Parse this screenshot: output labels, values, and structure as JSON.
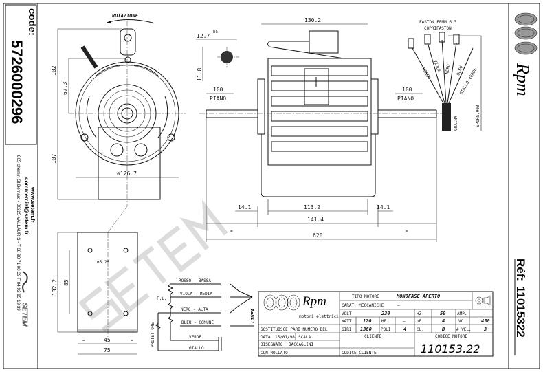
{
  "sidebar_left": {
    "code_label": "code:",
    "code_value": "5726000296",
    "website": "www.setem.fr",
    "email": "commercial@setem.fr",
    "address": "865 chemin St Bernard - 06225 VALLAURIS - T 08 90 71 00 39  F 04 92 95 19 39",
    "logo_text": "SETEM"
  },
  "sidebar_right": {
    "logo_text": "Rpm",
    "ref_label": "Réf:",
    "ref_value": "11015322"
  },
  "watermark": "SETEM",
  "front_view": {
    "rotation_label": "ROTAZIONE",
    "dim_102": "102",
    "dim_67_3": "67.3",
    "dim_107": "107",
    "dim_diameter": "ø126.7"
  },
  "shaft_detail": {
    "dim_diameter": "12.7",
    "tolerance": "h5",
    "dim_flat": "11.8"
  },
  "side_view": {
    "dim_width": "130.2",
    "flat_left_len": "100",
    "flat_left_label": "PIANO",
    "flat_right_len": "100",
    "flat_right_label": "PIANO",
    "dim_14_1_left": "14.1",
    "dim_113_2": "113.2",
    "dim_14_1_right": "14.1",
    "dim_141_4": "141.4",
    "dim_620": "620",
    "equal_mark": "="
  },
  "cable": {
    "faston_line1": "FASTON FEMM.6.3",
    "faston_line2": "COPRIFASTON",
    "wires": [
      "ROSSO",
      "VIOLA",
      "NERO",
      "BLEU",
      "GIALLO-VERDE"
    ],
    "sheath_label": "GUAINA",
    "length_label": "SPORG.900"
  },
  "bracket": {
    "hole_diameter": "ø5.25",
    "dim_132_2": "132.2",
    "dim_85": "85",
    "dim_45": "45",
    "dim_75": "75",
    "equal_mark": "="
  },
  "wiring": {
    "lines": [
      "ROSSO - BASSA",
      "VIOLA - MEDIA",
      "NERO - ALTA",
      "BLEU - COMUNE"
    ],
    "fl_label": "F.L.",
    "protector_label": "PROTETTORE",
    "verde_label": "VERDE",
    "giallo_label": "GIALLO",
    "linea_label": "LINEA"
  },
  "title_block": {
    "logo_text": "Rpm",
    "logo_sub": "motori elettrici",
    "tipo_motore_label": "TIPO MOTORE",
    "tipo_motore_value": "MONOFASE APERTO",
    "carat_label": "CARAT. MECCANICHE",
    "carat_value": "—",
    "volt_label": "VOLT",
    "volt_value": "230",
    "hz_label": "HZ",
    "hz_value": "50",
    "amp_label": "AMP.",
    "amp_value": "—",
    "watt_label": "WATT",
    "watt_value": "120",
    "hp_label": "HP",
    "hp_value": "—",
    "uf_label": "µF",
    "uf_value": "4",
    "vc_label": "VC",
    "vc_value": "450",
    "giri_label": "GIRI",
    "giri_value": "1360",
    "poli_label": "POLI",
    "poli_value": "4",
    "cl_label": "CL.",
    "cl_value": "B",
    "vel_label": "# VEL.",
    "vel_value": "3",
    "sostituisce_label": "SOSTITUISCE PARI NUMERO DEL",
    "data_label": "DATA",
    "data_value": "15/01/98",
    "scala_label": "SCALA",
    "disegnato_label": "DISEGNATO",
    "disegnato_value": "BACCAGLINI",
    "controllato_label": "CONTROLLATO",
    "cliente_label": "CLIENTE",
    "codice_cliente_label": "CODICE CLIENTE",
    "codice_motore_label": "CODICE MOTORE",
    "codice_motore_value": "110153.22"
  }
}
